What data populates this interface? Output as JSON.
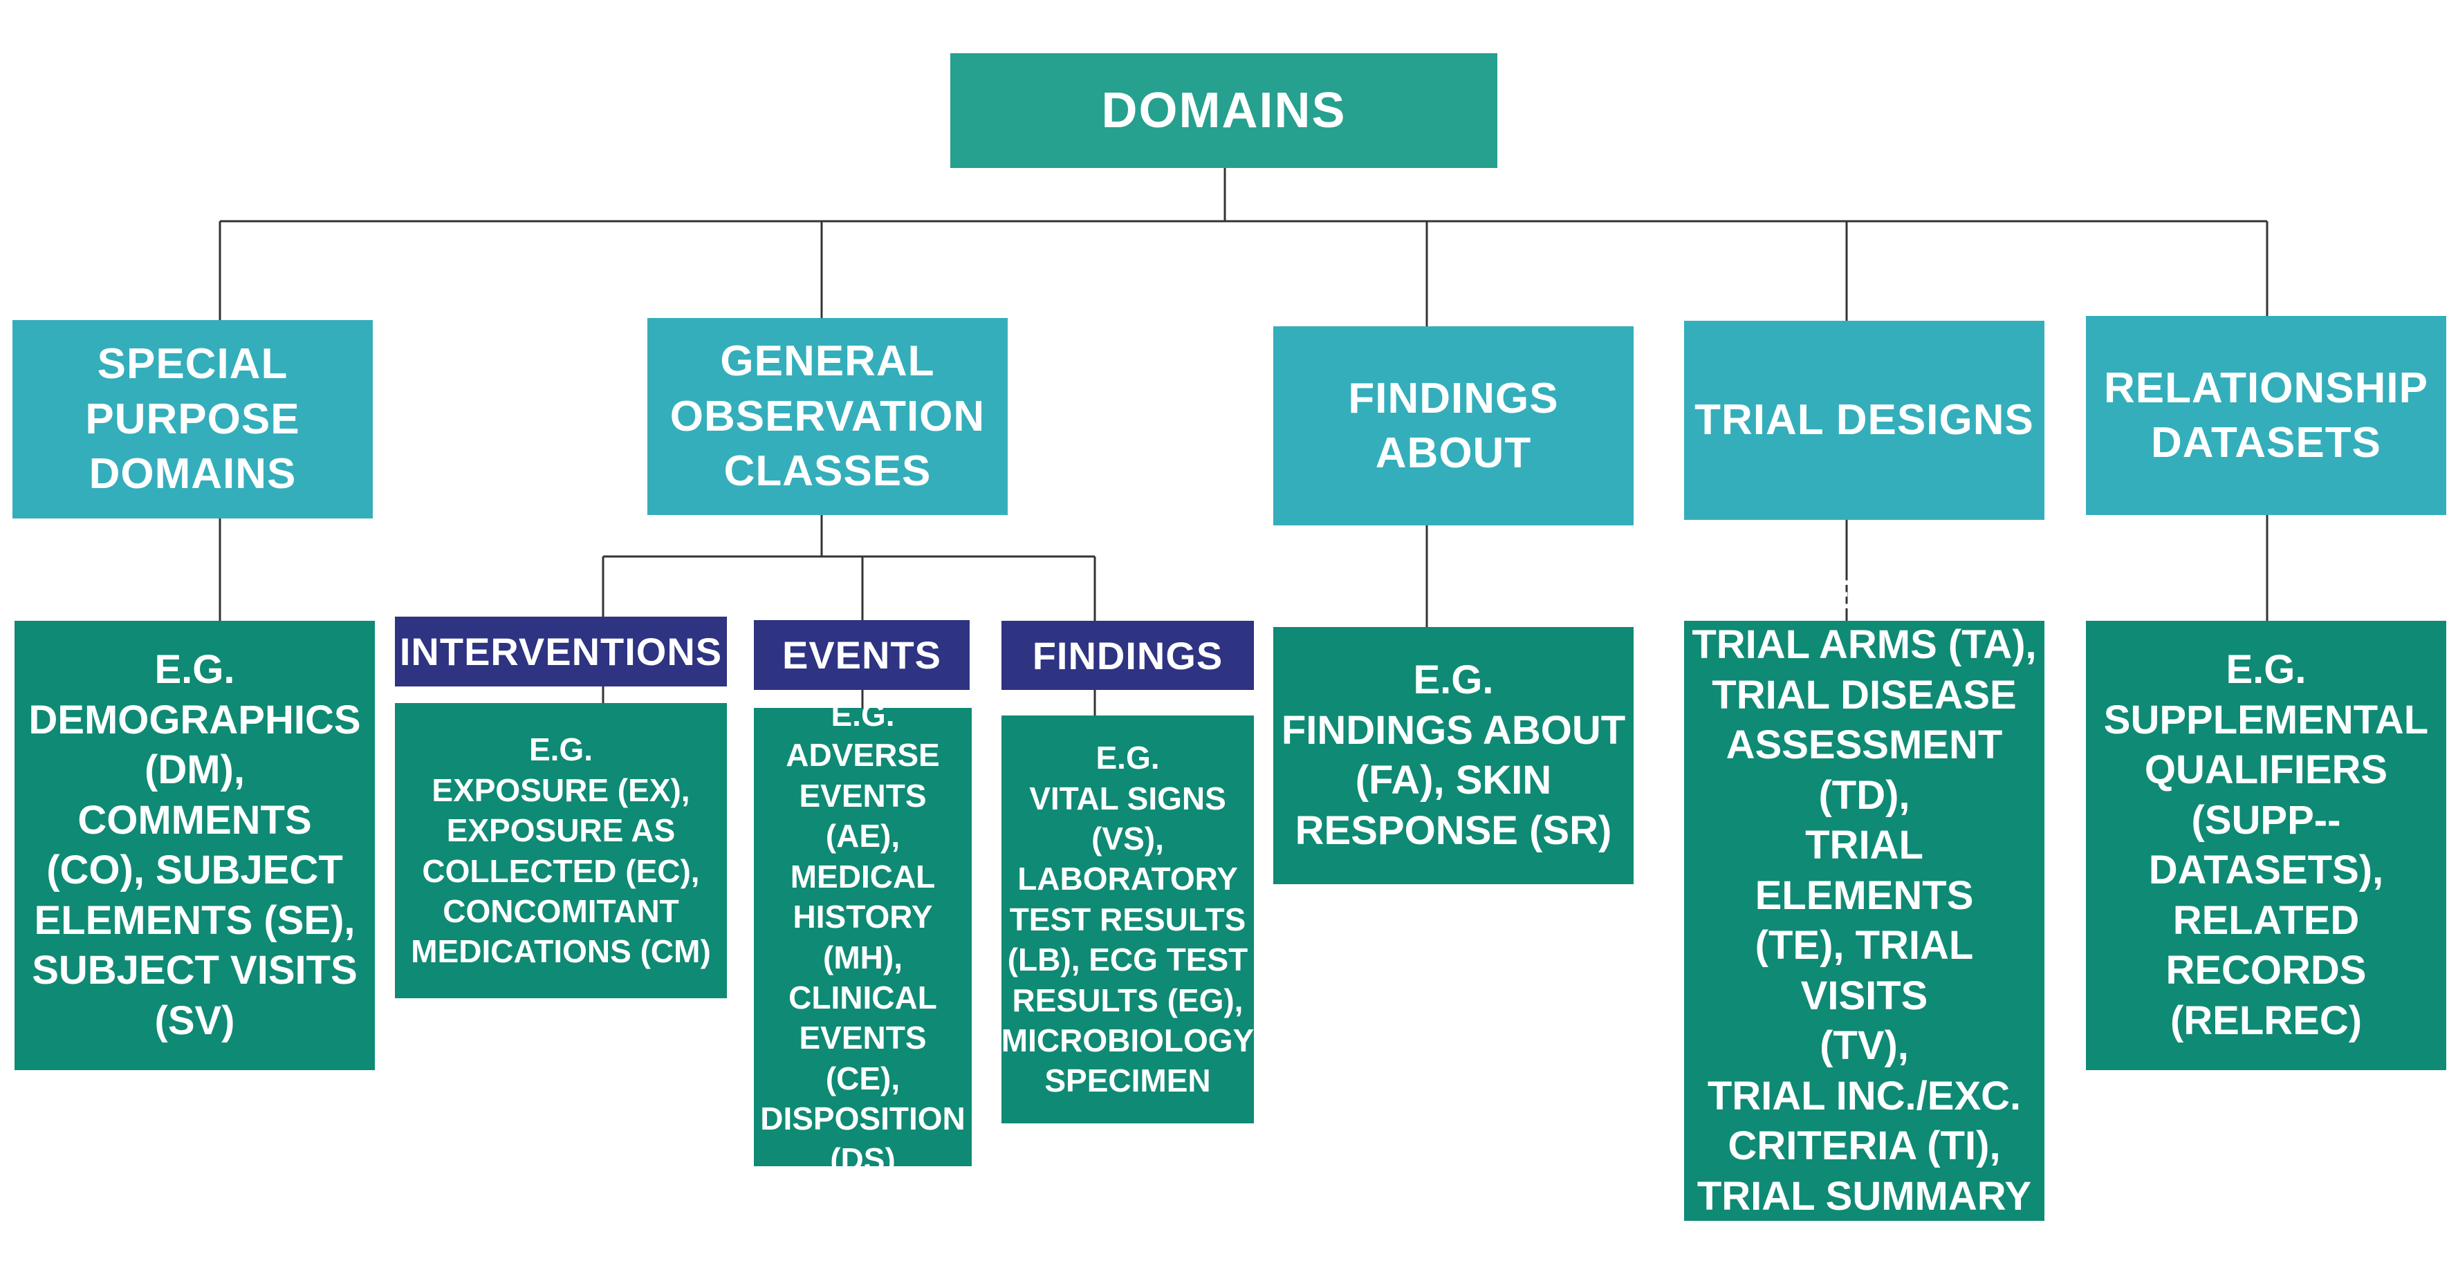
{
  "root": {
    "label": "DOMAINS"
  },
  "categories": [
    {
      "id": "special",
      "label": "SPECIAL\nPURPOSE\nDOMAINS",
      "example": "E.G.\nDEMOGRAPHICS\n(DM),\nCOMMENTS\n(CO), SUBJECT\nELEMENTS (SE),\nSUBJECT VISITS\n(SV)"
    },
    {
      "id": "general",
      "label": "GENERAL\nOBSERVATION\nCLASSES",
      "subclasses": [
        {
          "id": "interventions",
          "label": "INTERVENTIONS",
          "example": "E.G.\nEXPOSURE (EX),\nEXPOSURE AS\nCOLLECTED (EC),\nCONCOMITANT\nMEDICATIONS (CM)"
        },
        {
          "id": "events",
          "label": "EVENTS",
          "example": "E.G.\nADVERSE\nEVENTS (AE),\nMEDICAL\nHISTORY\n(MH),\nCLINICAL\nEVENTS (CE),\nDISPOSITION\n(DS)"
        },
        {
          "id": "findings",
          "label": "FINDINGS",
          "example": "E.G.\nVITAL SIGNS\n(VS),\nLABORATORY\nTEST RESULTS\n(LB), ECG TEST\nRESULTS (EG),\nMICROBIOLOGY\nSPECIMEN"
        }
      ]
    },
    {
      "id": "findings-about",
      "label": "FINDINGS\nABOUT",
      "example": "E.G.\nFINDINGS ABOUT\n(FA), SKIN\nRESPONSE (SR)"
    },
    {
      "id": "trial-designs",
      "label": "TRIAL DESIGNS",
      "example": "E.G.\nTRIAL ARMS (TA),\nTRIAL DISEASE\nASSESSMENT (TD),\nTRIAL ELEMENTS\n(TE), TRIAL VISITS\n(TV),\nTRIAL INC./EXC.\nCRITERIA (TI),\nTRIAL SUMMARY\n(TS)"
    },
    {
      "id": "relationship",
      "label": "RELATIONSHIP\nDATASETS",
      "example": "E.G.\nSUPPLEMENTAL\nQUALIFIERS\n(SUPP--\nDATASETS),\nRELATED\nRECORDS\n(RELREC)"
    }
  ],
  "colors": {
    "root": "#26A08F",
    "category": "#34AEBB",
    "example": "#0F8A74",
    "subclass": "#2E3382",
    "connector": "#333333"
  }
}
